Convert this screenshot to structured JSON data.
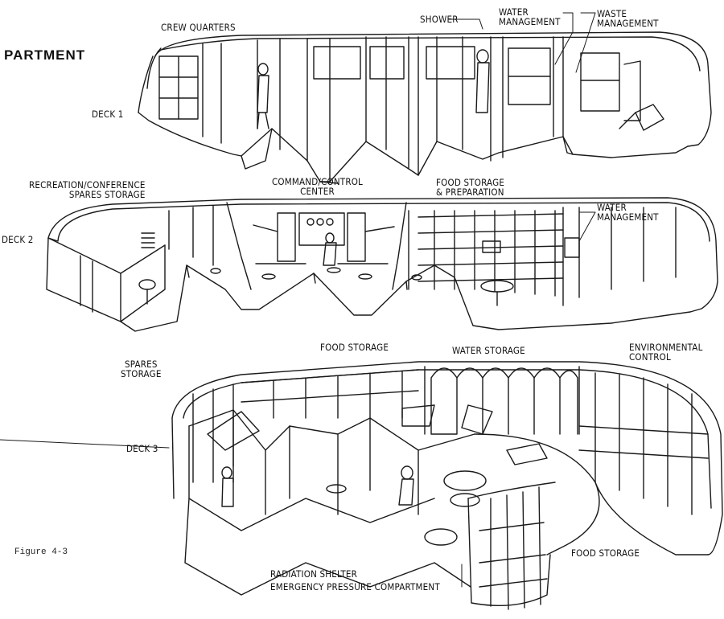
{
  "title": "PARTMENT",
  "figure_label": "Figure 4-3",
  "deck1": {
    "deck_label": "DECK 1",
    "crew_quarters": "CREW QUARTERS",
    "shower": "SHOWER",
    "water_management": [
      "WATER",
      "MANAGEMENT"
    ],
    "waste_management": [
      "WASTE",
      "MANAGEMENT"
    ]
  },
  "deck2": {
    "deck_label": "DECK 2",
    "recreation": [
      "RECREATION/CONFERENCE",
      "SPARES STORAGE"
    ],
    "command": [
      "COMMAND/CONTROL",
      "CENTER"
    ],
    "food_storage_prep": [
      "FOOD STORAGE",
      "& PREPARATION"
    ],
    "water_management": [
      "WATER",
      "MANAGEMENT"
    ]
  },
  "deck3": {
    "deck_label": "DECK 3",
    "spares_storage": [
      "SPARES",
      "STORAGE"
    ],
    "food_storage_top": "FOOD STORAGE",
    "water_storage": "WATER STORAGE",
    "environmental_control": [
      "ENVIRONMENTAL",
      "CONTROL"
    ],
    "food_storage_bottom": "FOOD STORAGE",
    "radiation_shelter": [
      "RADIATION SHELTER",
      "EMERGENCY PRESSURE COMPARTMENT"
    ]
  }
}
